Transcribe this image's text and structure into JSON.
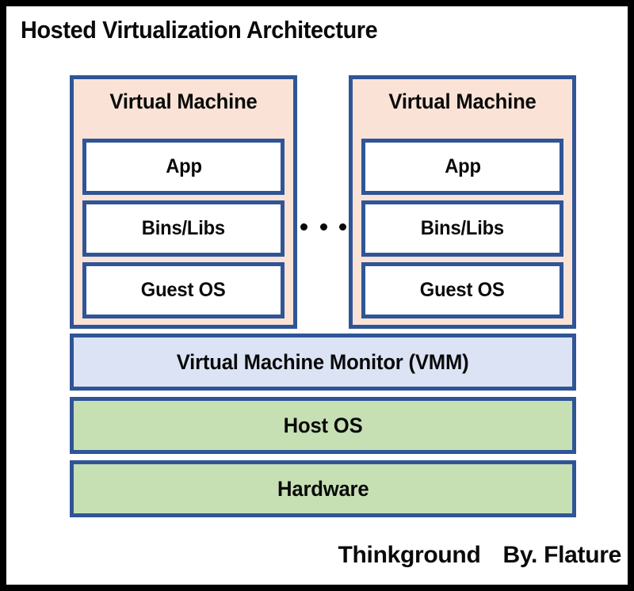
{
  "diagram": {
    "title": "Hosted Virtualization Architecture",
    "colors": {
      "frame": "#000000",
      "page_background": "#ffffff",
      "box_border": "#2F5597",
      "vm_fill": "#FAE3D6",
      "inner_fill": "#ffffff",
      "vmm_fill": "#DCE3F5",
      "os_fill": "#C6E0B4",
      "text": "#0a0a0a"
    },
    "virtual_machines": [
      {
        "title": "Virtual Machine",
        "layers": [
          "App",
          "Bins/Libs",
          "Guest OS"
        ]
      },
      {
        "title": "Virtual Machine",
        "layers": [
          "App",
          "Bins/Libs",
          "Guest OS"
        ]
      }
    ],
    "ellipsis": {
      "dots": [
        "dot",
        "dot",
        "dot"
      ],
      "meaning": "more virtual machines"
    },
    "stack": [
      {
        "label": "Virtual Machine Monitor (VMM)",
        "fill": "#DCE3F5"
      },
      {
        "label": "Host OS",
        "fill": "#C6E0B4"
      },
      {
        "label": "Hardware",
        "fill": "#C6E0B4"
      }
    ],
    "footer": {
      "brand": "Thinkground",
      "author": "By. Flature"
    }
  }
}
